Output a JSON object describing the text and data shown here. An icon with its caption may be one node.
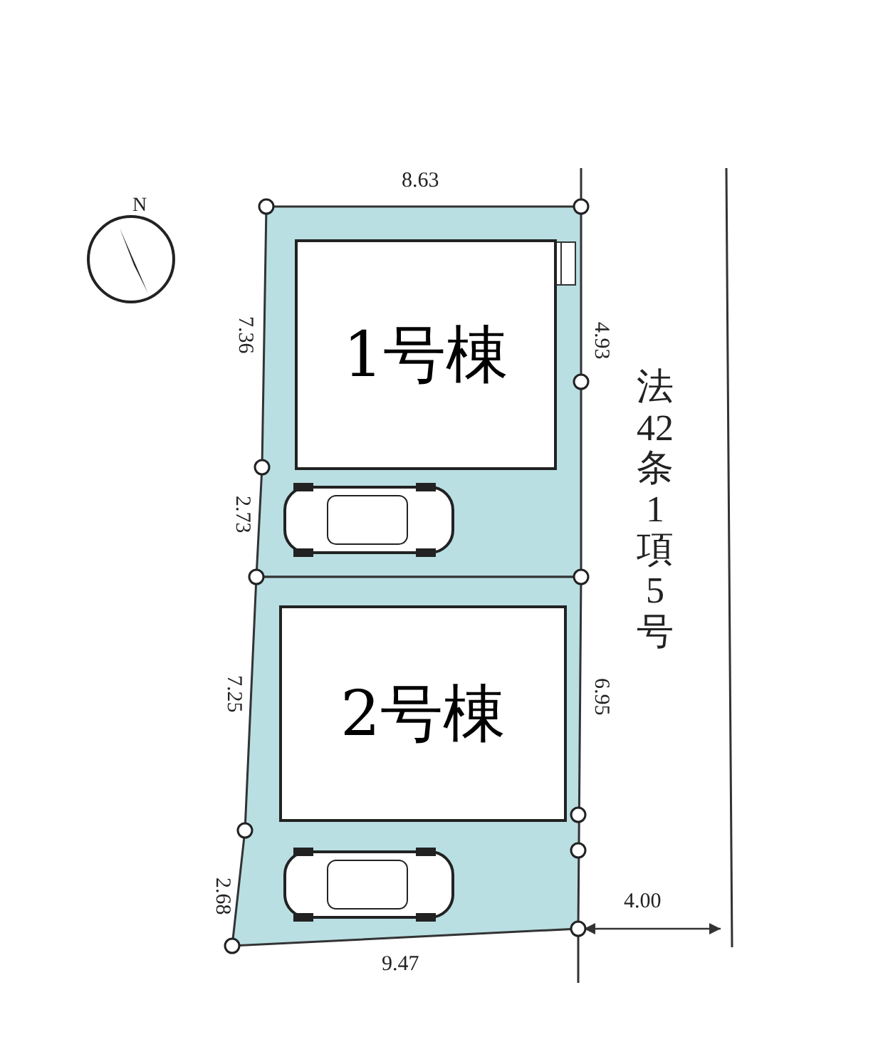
{
  "diagram": {
    "nodes": [
      {
        "text": [
          "1号棟"
        ]
      },
      {
        "text": [
          "2号棟"
        ]
      }
    ],
    "labels": [
      "N",
      "8.63",
      "7.36",
      "4.93",
      "2.73",
      "7.25",
      "6.95",
      "2.68",
      "9.47",
      "4.00",
      "法42条1項5号"
    ]
  }
}
